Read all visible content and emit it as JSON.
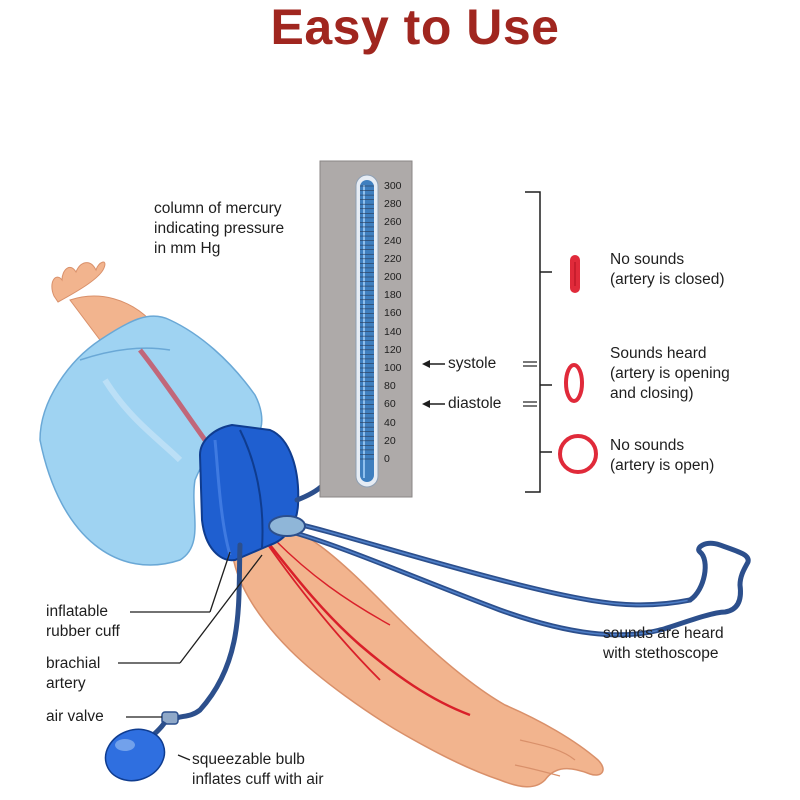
{
  "title": "Easy to Use",
  "colors": {
    "title": "#a0261f",
    "cuff": "#1f5fd0",
    "sleeve": "#9fd3f2",
    "skin": "#f2b48e",
    "artery": "#d9202a",
    "tube": "#2c4f8c",
    "panel": "#aeaaa9",
    "mercury": "#3f7fbf"
  },
  "scale": {
    "ticks": [
      "300",
      "280",
      "260",
      "240",
      "220",
      "200",
      "180",
      "160",
      "140",
      "120",
      "100",
      "80",
      "60",
      "40",
      "20",
      "0"
    ],
    "systole": "systole",
    "diastole": "diastole"
  },
  "labels": {
    "mercury": [
      "column of mercury",
      "indicating pressure",
      "in mm Hg"
    ],
    "cuff": [
      "inflatable",
      "rubber cuff"
    ],
    "artery": [
      "brachial",
      "artery"
    ],
    "valve": "air valve",
    "bulb": [
      "squeezable bulb",
      "inflates cuff with air"
    ],
    "stethoscope": [
      "sounds are heard",
      "with stethoscope"
    ]
  },
  "sounds": [
    {
      "line1": "No sounds",
      "line2": "(artery is closed)",
      "icon": "closed-artery-icon"
    },
    {
      "line1": "Sounds heard",
      "line2": "(artery is opening",
      "line3": "and closing)",
      "icon": "partially-open-artery-icon"
    },
    {
      "line1": "No sounds",
      "line2": "(artery is open)",
      "icon": "open-artery-icon"
    }
  ]
}
